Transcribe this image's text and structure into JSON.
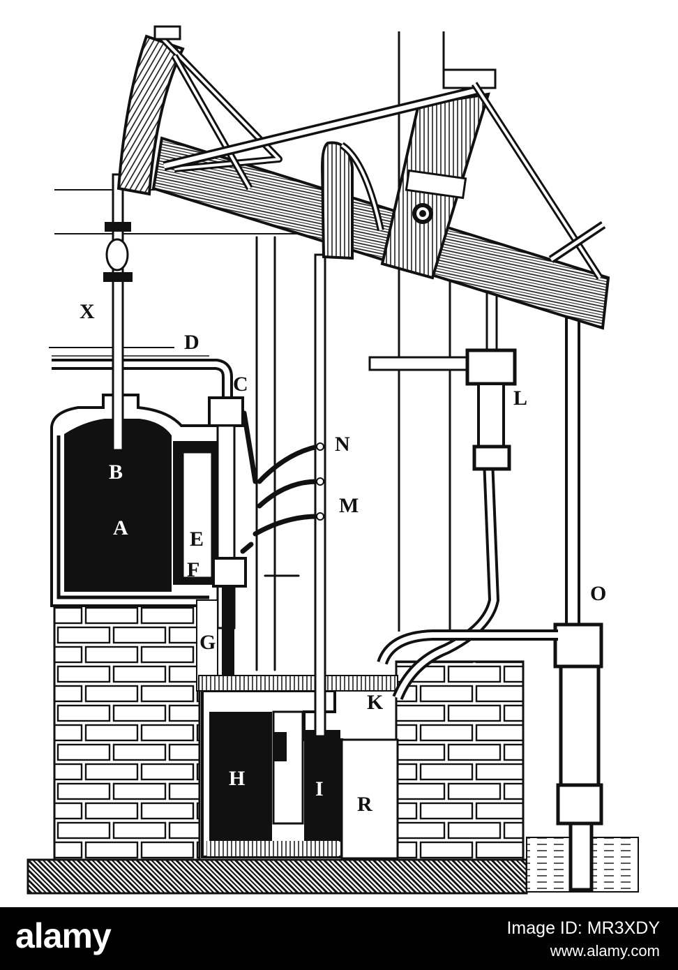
{
  "diagram": {
    "labels": {
      "X": "X",
      "D": "D",
      "C": "C",
      "B": "B",
      "A": "A",
      "E": "E",
      "F": "F",
      "G": "G",
      "H": "H",
      "I": "I",
      "R": "R",
      "K": "K",
      "N": "N",
      "M": "M",
      "L": "L",
      "O": "O"
    }
  },
  "watermark": {
    "logo": "alamy",
    "image_id": "Image ID: MR3XDY",
    "url": "www.alamy.com"
  },
  "colors": {
    "ink": "#111111",
    "paper": "#ffffff",
    "bar": "#000000"
  }
}
